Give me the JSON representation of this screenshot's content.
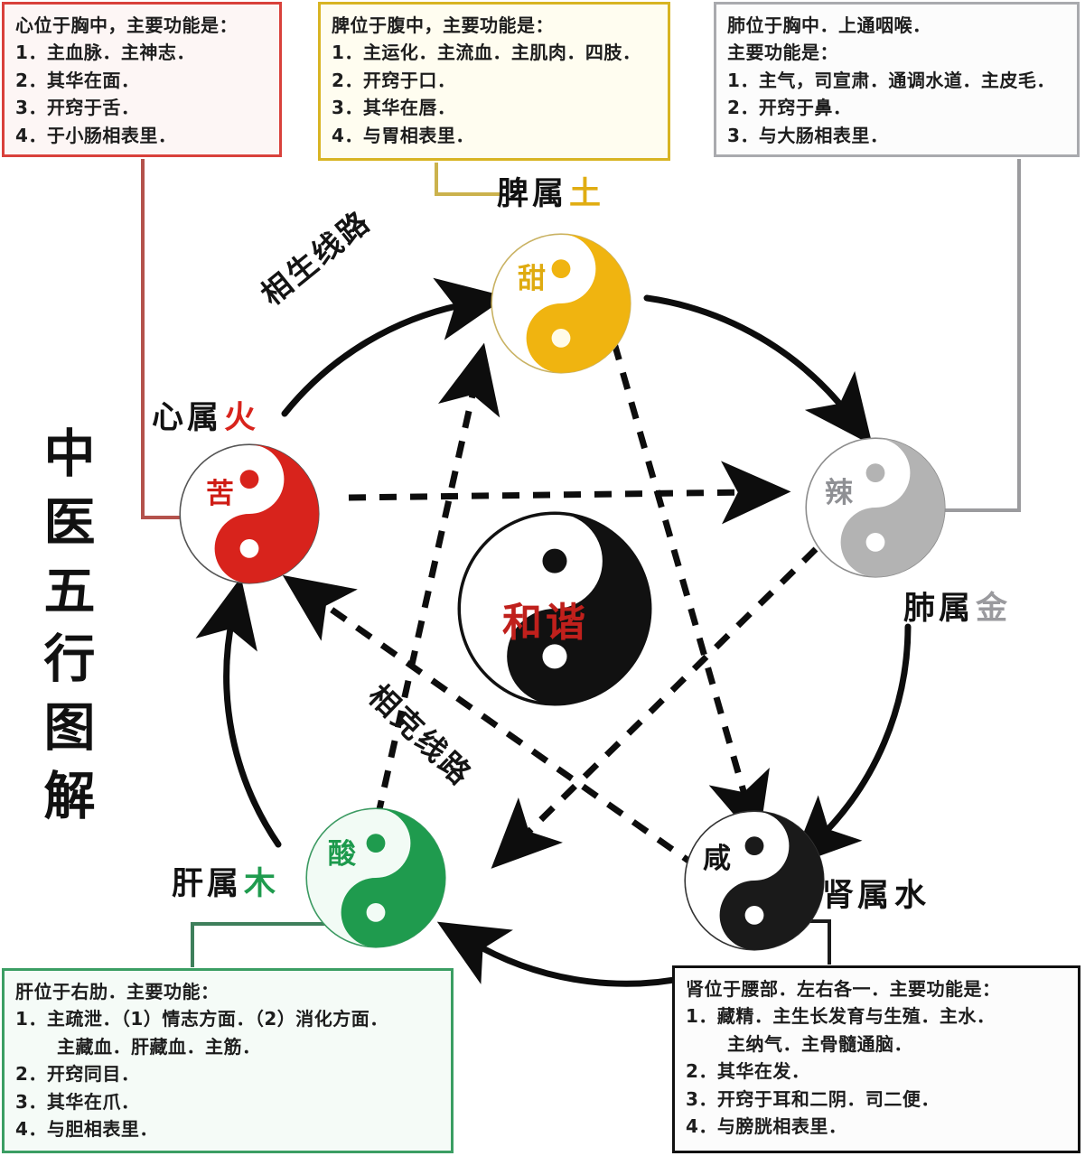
{
  "title": {
    "vertical_chars": [
      "中",
      "医",
      "五",
      "行",
      "图",
      "解"
    ],
    "full": "中医五行图解"
  },
  "cycles": {
    "generating_label": "相生线路",
    "overcoming_label": "相克线路"
  },
  "center": {
    "taiji_label": "和谐",
    "color_dark": "#111111",
    "color_light": "#ffffff",
    "text_color": "#c0201c"
  },
  "elements": [
    {
      "id": "fire",
      "organ_caption_organ": "心属",
      "organ_caption_element": "火",
      "taste": "苦",
      "color": "#d8231c"
    },
    {
      "id": "earth",
      "organ_caption_organ": "脾属",
      "organ_caption_element": "土",
      "taste": "甜",
      "color": "#f0b410"
    },
    {
      "id": "metal",
      "organ_caption_organ": "肺属",
      "organ_caption_element": "金",
      "taste": "辣",
      "color": "#b3b3b3"
    },
    {
      "id": "water",
      "organ_caption_organ": "肾属",
      "organ_caption_element": "水",
      "taste": "咸",
      "color": "#1a1a1a"
    },
    {
      "id": "wood",
      "organ_caption_organ": "肝属",
      "organ_caption_element": "木",
      "taste": "酸",
      "color": "#1f9b4e"
    }
  ],
  "boxes": {
    "heart": {
      "border_color": "#d9413b",
      "lines": [
        "心位于胸中，主要功能是：",
        "1．主血脉．主神志．",
        "2．其华在面．",
        "3．开窍于舌．",
        "4．于小肠相表里．"
      ]
    },
    "spleen": {
      "border_color": "#d8b423",
      "lines": [
        "脾位于腹中，主要功能是：",
        "1．主运化．主流血．主肌肉．四肢．",
        "2．开窍于口．",
        "3．其华在唇．",
        "4．与胃相表里．"
      ]
    },
    "lung": {
      "border_color": "#a9aaae",
      "lines": [
        "肺位于胸中．上通咽喉．",
        "主要功能是：",
        "1．主气，司宣肃．通调水道．主皮毛．",
        "2．开窍于鼻．",
        "3．与大肠相表里．"
      ]
    },
    "liver": {
      "border_color": "#3b9e63",
      "lines": [
        "肝位于右肋．主要功能：",
        "1．主疏泄．（1）情志方面．（2）消化方面．",
        "主藏血．肝藏血．主筋．",
        "2．开窍同目．",
        "3．其华在爪．",
        "4．与胆相表里．"
      ],
      "indent_line_index": 2
    },
    "kidney": {
      "border_color": "#111111",
      "lines": [
        "肾位于腰部．左右各一．主要功能是：",
        "1．藏精．主生长发育与生殖．主水．",
        "主纳气．主骨髓通脑．",
        "2．其华在发．",
        "3．开窍于耳和二阴．司二便．",
        "4．与膀胱相表里．"
      ],
      "indent_line_index": 2
    }
  }
}
